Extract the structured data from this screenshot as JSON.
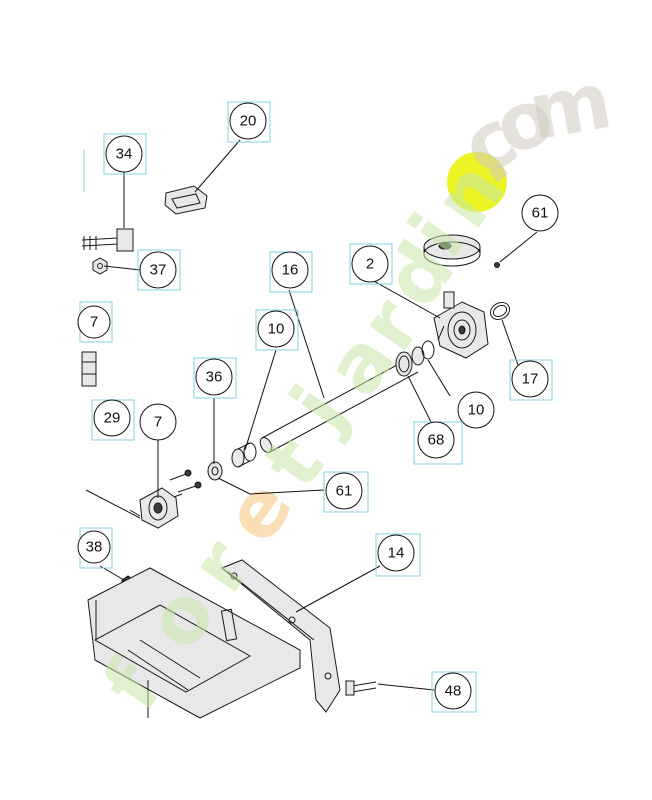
{
  "watermark": {
    "letters": [
      "f",
      "o",
      "r",
      "e",
      "t",
      "'",
      "j",
      "a",
      "r",
      "d",
      "i",
      "n",
      ".",
      "c",
      "o",
      "m"
    ],
    "colors": {
      "green": "#c5e6a6",
      "orange": "#f5c27a",
      "gray": "#cfcbc0",
      "highlight": "#e9f200"
    }
  },
  "callouts": [
    {
      "id": "c20",
      "label": "20"
    },
    {
      "id": "c34",
      "label": "34"
    },
    {
      "id": "c61a",
      "label": "61"
    },
    {
      "id": "c37",
      "label": "37"
    },
    {
      "id": "c16",
      "label": "16"
    },
    {
      "id": "c2",
      "label": "2"
    },
    {
      "id": "c7a",
      "label": "7"
    },
    {
      "id": "c10a",
      "label": "10"
    },
    {
      "id": "c17",
      "label": "17"
    },
    {
      "id": "c36",
      "label": "36"
    },
    {
      "id": "c29",
      "label": "29"
    },
    {
      "id": "c7b",
      "label": "7"
    },
    {
      "id": "c10b",
      "label": "10"
    },
    {
      "id": "c68",
      "label": "68"
    },
    {
      "id": "c61b",
      "label": "61"
    },
    {
      "id": "c38",
      "label": "38"
    },
    {
      "id": "c14",
      "label": "14"
    },
    {
      "id": "c48",
      "label": "48"
    }
  ]
}
